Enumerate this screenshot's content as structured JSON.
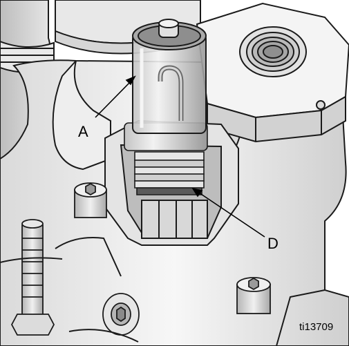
{
  "diagram": {
    "callouts": [
      {
        "label": "A"
      },
      {
        "label": "D"
      }
    ],
    "figure_id": "ti13709"
  }
}
